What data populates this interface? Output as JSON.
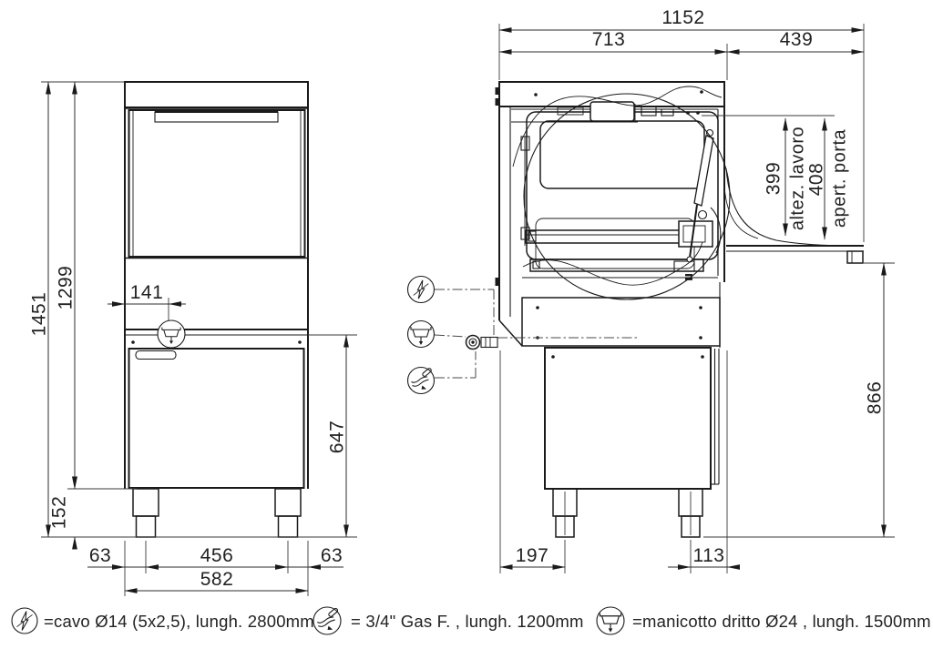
{
  "drawing_title": "appliance-dimensional-drawing",
  "dimensions": {
    "top": {
      "overall_depth_open": "1152",
      "body_depth": "713",
      "door_extension": "439"
    },
    "front": {
      "height_total": "1451",
      "height_body": "1299",
      "drain_offset": "141",
      "leg_height": "152",
      "stand_height": "647",
      "margin_left": "63",
      "leg_span": "456",
      "margin_right": "63",
      "width_total": "582"
    },
    "side": {
      "work_height": "399",
      "work_height_label": "altez. lavoro",
      "door_opening": "408",
      "door_opening_label": "apert. porta",
      "table_to_floor": "866",
      "front_leg_offset": "197",
      "rear_leg_offset": "113"
    }
  },
  "legend": {
    "items": [
      {
        "icon": "electric-icon",
        "text": "=cavo Ø14 (5x2,5), lungh. 2800mm"
      },
      {
        "icon": "water-tap-icon",
        "text": "= 3/4\" Gas F. , lungh. 1200mm"
      },
      {
        "icon": "drain-sleeve-icon",
        "text": "=manicotto dritto Ø24 , lungh. 1500mm"
      }
    ]
  },
  "colors": {
    "line": "#1a1a1a",
    "background": "#ffffff"
  }
}
